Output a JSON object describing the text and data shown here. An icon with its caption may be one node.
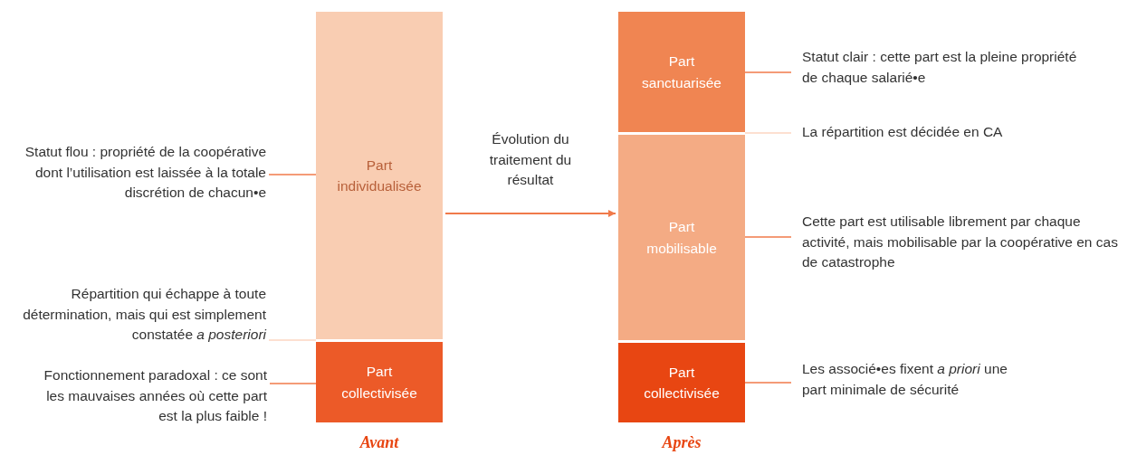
{
  "diagram": {
    "nodes": [
      {
        "text": [
          "Avant"
        ]
      },
      {
        "text": [
          "Part individualisée"
        ],
        "in": 0
      },
      {
        "text": [
          "Part collectivisée"
        ],
        "in": 0
      },
      {
        "text": [
          "Après"
        ]
      },
      {
        "text": [
          "Part sanctuarisée"
        ],
        "in": 3
      },
      {
        "text": [
          "Part mobilisable"
        ],
        "in": 3
      },
      {
        "text": [
          "Part collectivisée"
        ],
        "in": 3
      },
      {
        "text": [
          "Statut flou : propriété de la coopérative dont l’utilisation est laissée à la totale discrétion de chacun•e"
        ]
      },
      {
        "text": [
          "Répartition qui échappe à toute détermination, mais qui est simplement constatée *a posteriori*"
        ]
      },
      {
        "text": [
          "Fonctionnement paradoxal : ce sont les mauvaises années où cette part est la plus faible !"
        ]
      },
      {
        "text": [
          "Statut clair : cette part est la pleine propriété de chaque salarié•e"
        ]
      },
      {
        "text": [
          "La répartition est décidée en CA"
        ]
      },
      {
        "text": [
          "Cette part est utilisable librement par chaque activité, mais mobilisable par la coopérative en cas de catastrophe"
        ]
      },
      {
        "text": [
          "Les associé•es fixent *a priori* une part minimale de sécurité"
        ]
      }
    ],
    "edges": [
      {
        "from": 0,
        "to": 3,
        "arrow": "to",
        "label": "Évolution du traitement du résultat"
      },
      {
        "from": 7,
        "to": 1,
        "arrow": "none"
      },
      {
        "from": 8,
        "to": 1,
        "arrow": "none",
        "color": "#fcd6c2"
      },
      {
        "from": 9,
        "to": 2,
        "arrow": "none"
      },
      {
        "from": 10,
        "to": 4,
        "arrow": "none"
      },
      {
        "from": 11,
        "to": 4,
        "arrow": "none",
        "color": "#fcd6c2"
      },
      {
        "from": 12,
        "to": 5,
        "arrow": "none"
      },
      {
        "from": 13,
        "to": 6,
        "arrow": "none"
      }
    ]
  }
}
